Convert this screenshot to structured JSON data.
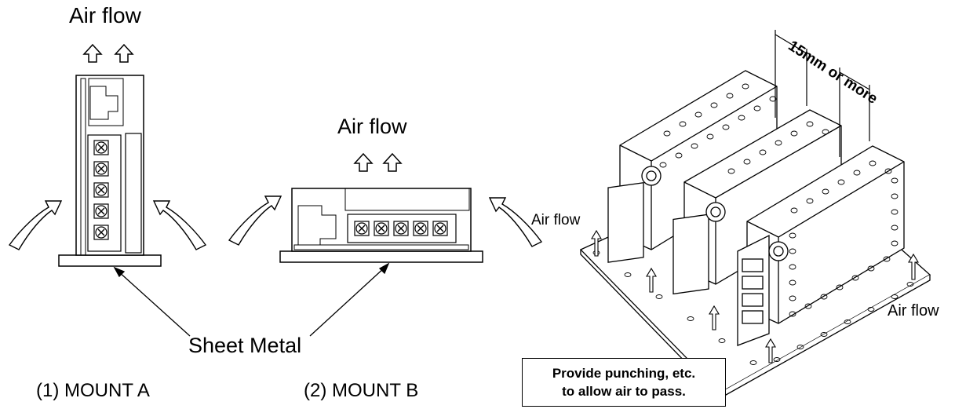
{
  "labels": {
    "airflow_top": "Air flow",
    "airflow_middle": "Air flow",
    "airflow_3d_left": "Air flow",
    "airflow_3d_right": "Air flow",
    "sheet_metal": "Sheet Metal",
    "mount_a": "(1) MOUNT A",
    "mount_b": "(2) MOUNT B",
    "spacing": "15mm or more"
  },
  "note": {
    "line1": "Provide punching, etc.",
    "line2": "to allow air to pass."
  },
  "colors": {
    "line": "#000000",
    "background": "#ffffff"
  },
  "icons": [
    "up-arrow-icon",
    "curved-arrow-icon",
    "terminal-screw-icon"
  ]
}
